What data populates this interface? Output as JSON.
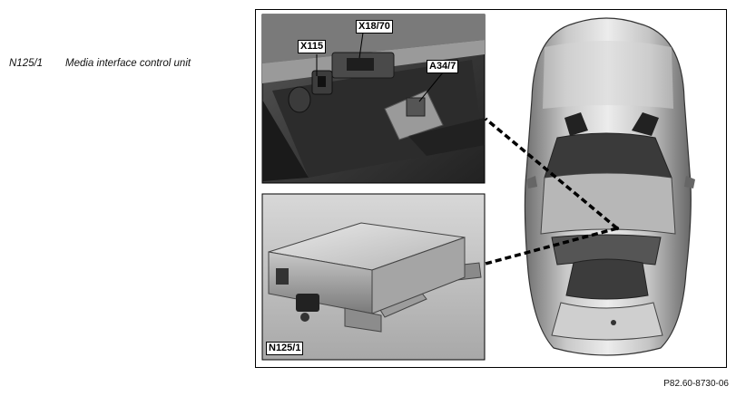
{
  "legend": [
    {
      "code": "N125/1",
      "description": "Media interface control unit"
    }
  ],
  "callouts": {
    "x115": "X115",
    "x18_70": "X18/70",
    "a34_7": "A34/7",
    "n125_1": "N125/1"
  },
  "figure_id": "P82.60-8730-06"
}
